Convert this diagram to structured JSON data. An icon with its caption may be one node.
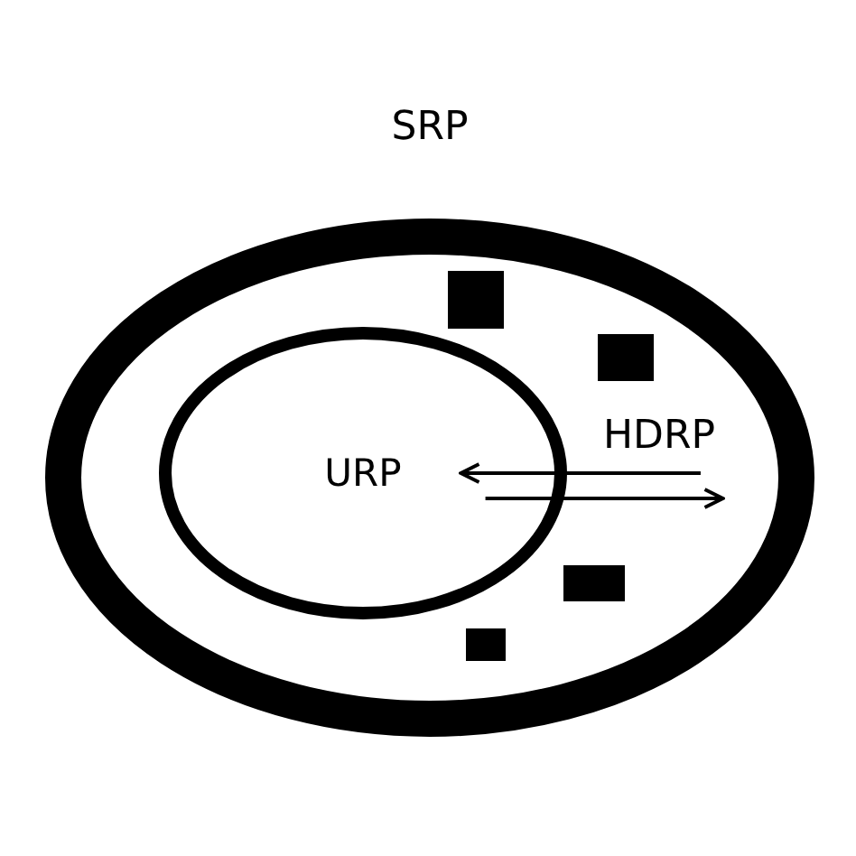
{
  "diagram": {
    "nodes": [
      {
        "text": [
          "SRP"
        ]
      },
      {
        "text": [
          "URP"
        ],
        "in": 0
      },
      {
        "text": [
          "HDRP"
        ],
        "in": 0
      }
    ],
    "edges": [
      {
        "from": 2,
        "to": 1,
        "arrow": "to"
      },
      {
        "from": 1,
        "to": 2,
        "arrow": "to"
      }
    ]
  }
}
